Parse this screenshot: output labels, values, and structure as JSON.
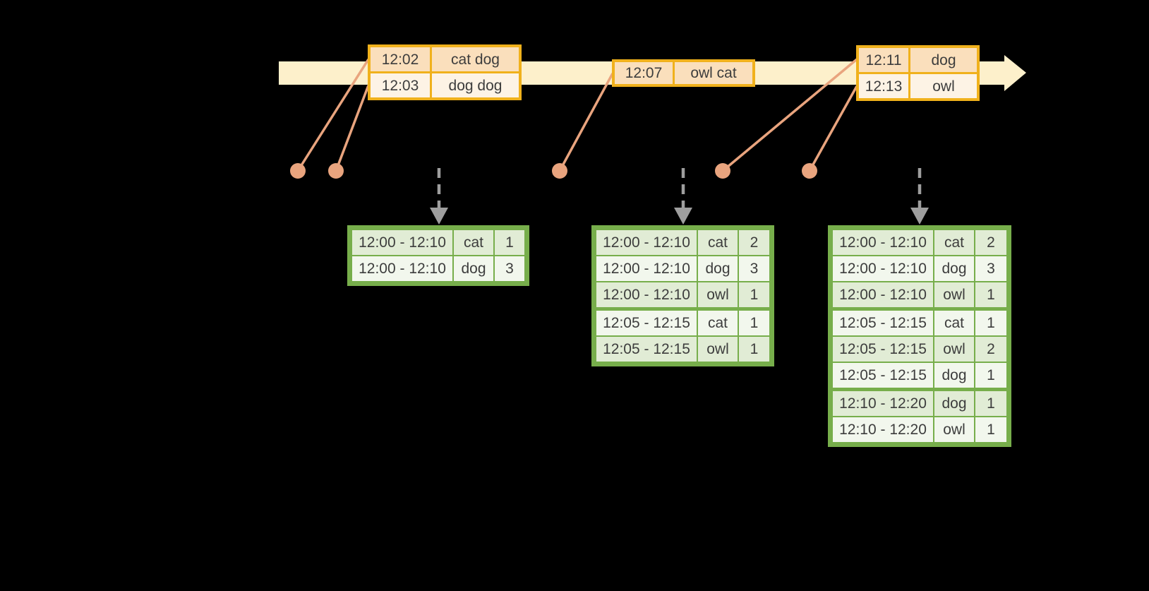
{
  "colors": {
    "bg": "#000000",
    "band": "#fdf0cb",
    "gold": "#f0b11c",
    "peach": "#fadfbc",
    "cream": "#fdf3e5",
    "salmon": "#e9a47e",
    "green": "#77ae4b",
    "greenA": "#e1ecd5",
    "greenB": "#f2f7ed",
    "gray": "#9e9e9e",
    "text": "#3d3d3d"
  },
  "timeline": {
    "event_tables": [
      {
        "rows": [
          {
            "time": "12:02",
            "words": "cat dog"
          },
          {
            "time": "12:03",
            "words": "dog dog"
          }
        ]
      },
      {
        "rows": [
          {
            "time": "12:07",
            "words": "owl cat"
          }
        ]
      },
      {
        "rows": [
          {
            "time": "12:11",
            "words": "dog"
          },
          {
            "time": "12:13",
            "words": "owl"
          }
        ]
      }
    ]
  },
  "result_tables": [
    {
      "rows": [
        {
          "window": "12:00 - 12:10",
          "word": "cat",
          "count": "1",
          "group_start": false
        },
        {
          "window": "12:00 - 12:10",
          "word": "dog",
          "count": "3",
          "group_start": false
        }
      ]
    },
    {
      "rows": [
        {
          "window": "12:00 - 12:10",
          "word": "cat",
          "count": "2",
          "group_start": false
        },
        {
          "window": "12:00 - 12:10",
          "word": "dog",
          "count": "3",
          "group_start": false
        },
        {
          "window": "12:00 - 12:10",
          "word": "owl",
          "count": "1",
          "group_start": false
        },
        {
          "window": "12:05 - 12:15",
          "word": "cat",
          "count": "1",
          "group_start": true
        },
        {
          "window": "12:05 - 12:15",
          "word": "owl",
          "count": "1",
          "group_start": false
        }
      ]
    },
    {
      "rows": [
        {
          "window": "12:00 - 12:10",
          "word": "cat",
          "count": "2",
          "group_start": false
        },
        {
          "window": "12:00 - 12:10",
          "word": "dog",
          "count": "3",
          "group_start": false
        },
        {
          "window": "12:00 - 12:10",
          "word": "owl",
          "count": "1",
          "group_start": false
        },
        {
          "window": "12:05 - 12:15",
          "word": "cat",
          "count": "1",
          "group_start": true
        },
        {
          "window": "12:05 - 12:15",
          "word": "owl",
          "count": "2",
          "group_start": false
        },
        {
          "window": "12:05 - 12:15",
          "word": "dog",
          "count": "1",
          "group_start": false
        },
        {
          "window": "12:10 - 12:20",
          "word": "dog",
          "count": "1",
          "group_start": true
        },
        {
          "window": "12:10 - 12:20",
          "word": "owl",
          "count": "1",
          "group_start": false
        }
      ]
    }
  ]
}
